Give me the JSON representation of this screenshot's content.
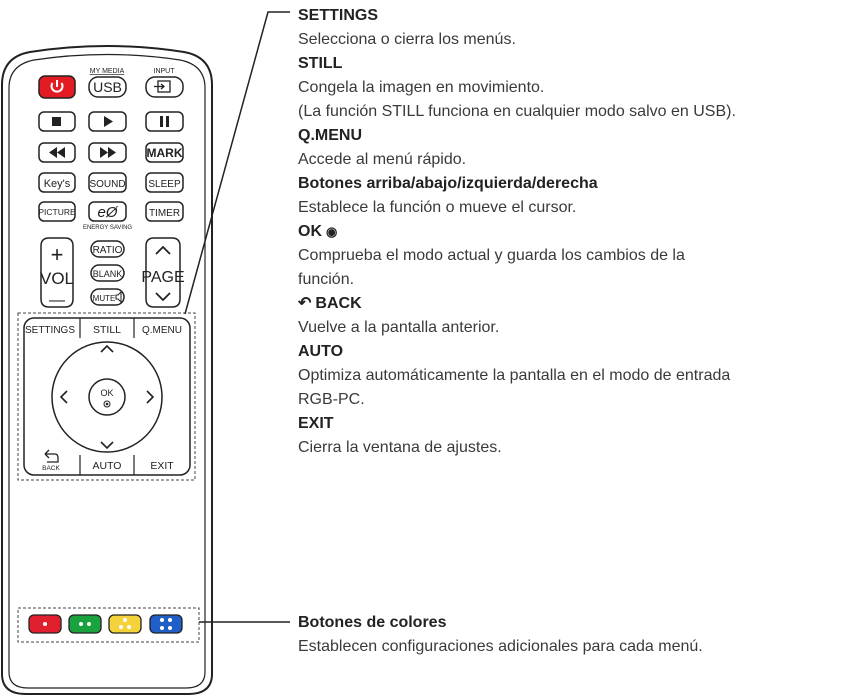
{
  "remote": {
    "row1": {
      "usb_caption": "MY MEDIA",
      "usb": "USB",
      "input_caption": "INPUT"
    },
    "row4": {
      "mark": "MARK"
    },
    "row5": {
      "keys": "Key's",
      "sound": "SOUND",
      "sleep": "SLEEP"
    },
    "row6": {
      "picture": "PICTURE",
      "energy_caption": "ENERGY SAVING",
      "timer": "TIMER"
    },
    "vol": {
      "plus": "+",
      "label": "VOL",
      "minus": "—"
    },
    "center": {
      "ratio": "RATIO",
      "blank": "BLANK",
      "mute": "MUTE"
    },
    "page": {
      "label": "PAGE"
    },
    "nav": {
      "settings": "SETTINGS",
      "still": "STILL",
      "qmenu": "Q.MENU",
      "ok": "OK",
      "back": "BACK",
      "auto": "AUTO",
      "exit": "EXIT"
    },
    "color_colors": [
      "#e0202e",
      "#1aa33c",
      "#f3d23a",
      "#1f5fc7"
    ]
  },
  "descriptions": [
    {
      "title": "SETTINGS",
      "lines": [
        "Selecciona o cierra los menús."
      ]
    },
    {
      "title": "STILL",
      "lines": [
        "Congela la imagen en movimiento.",
        "(La función STILL funciona en cualquier modo salvo en USB)."
      ]
    },
    {
      "title": "Q.MENU",
      "lines": [
        "Accede al menú rápido."
      ]
    },
    {
      "title": "Botones arriba/abajo/izquierda/derecha",
      "lines": [
        "Establece la función o mueve el cursor."
      ]
    },
    {
      "title": "OK",
      "lines": [
        "Comprueba el modo actual y guarda los cambios de la",
        "función."
      ]
    },
    {
      "title": "BACK",
      "lines": [
        "Vuelve a la pantalla anterior."
      ]
    },
    {
      "title": "AUTO",
      "lines": [
        "Optimiza automáticamente la pantalla en el modo de entrada",
        "RGB-PC."
      ]
    },
    {
      "title": "EXIT",
      "lines": [
        "Cierra la ventana de ajustes."
      ]
    }
  ],
  "color_buttons": {
    "title": "Botones de colores",
    "description": "Establecen configuraciones adicionales para cada menú."
  }
}
